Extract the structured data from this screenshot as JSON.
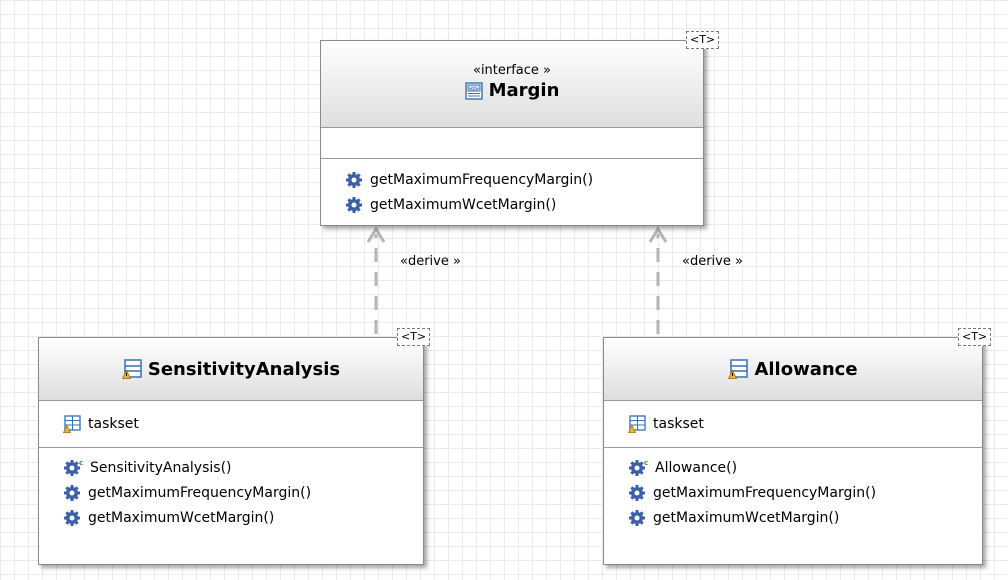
{
  "diagram": {
    "interface": {
      "template_badge": "<T>",
      "stereotype": "«interface »",
      "name": "Margin",
      "operations": [
        "getMaximumFrequencyMargin()",
        "getMaximumWcetMargin()"
      ]
    },
    "sensitivity": {
      "template_badge": "<T>",
      "name": "SensitivityAnalysis",
      "attributes": [
        "taskset"
      ],
      "operations": [
        "SensitivityAnalysis()",
        "getMaximumFrequencyMargin()",
        "getMaximumWcetMargin()"
      ]
    },
    "allowance": {
      "template_badge": "<T>",
      "name": "Allowance",
      "attributes": [
        "taskset"
      ],
      "operations": [
        "Allowance()",
        "getMaximumFrequencyMargin()",
        "getMaximumWcetMargin()"
      ]
    },
    "relations": [
      {
        "label": "«derive »"
      },
      {
        "label": "«derive »"
      }
    ]
  },
  "colors": {
    "grid": "#e6ebf4",
    "box_border": "#8a8a8a",
    "header_gradient_bottom": "#dedede",
    "connector": "#b4b4b4",
    "gear_icon": "#3d5fa8",
    "class_icon": "#3a6fb0",
    "warning_icon": "#f0b429"
  },
  "icons": {
    "interface": "interface-icon",
    "class": "class-icon",
    "warning": "warning-badge-icon",
    "field": "field-icon",
    "method": "gear-icon",
    "constructor": "constructor-gear-icon"
  }
}
